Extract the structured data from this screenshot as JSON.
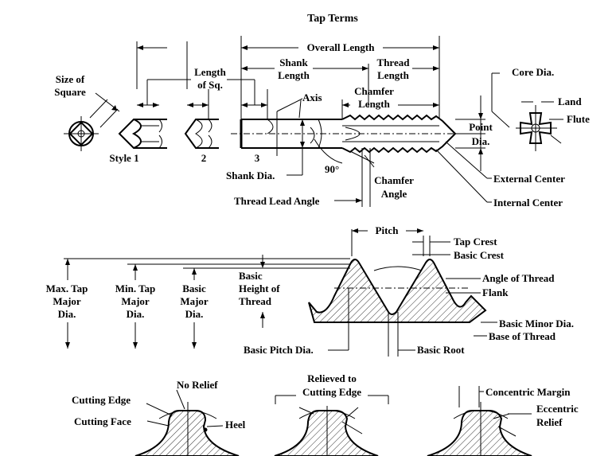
{
  "title": "Tap Terms",
  "top_figure": {
    "overall_length": "Overall Length",
    "shank_length": [
      "Shank",
      "Length"
    ],
    "thread_length": [
      "Thread",
      "Length"
    ],
    "length_of_sq": [
      "Length",
      "of Sq."
    ],
    "size_of_square": [
      "Size of",
      "Square"
    ],
    "axis": "Axis",
    "chamfer_length": [
      "Chamfer",
      "Length"
    ],
    "style_labels": [
      "Style 1",
      "2",
      "3"
    ],
    "shank_dia": "Shank Dia.",
    "angle_90": "90°",
    "chamfer_angle": [
      "Chamfer",
      "Angle"
    ],
    "thread_lead_angle": "Thread Lead Angle",
    "point_dia": [
      "Point",
      "Dia."
    ],
    "core_dia": "Core Dia.",
    "land": "Land",
    "flute": "Flute",
    "external_center": "External Center",
    "internal_center": "Internal Center"
  },
  "middle_figure": {
    "pitch": "Pitch",
    "tap_crest": "Tap Crest",
    "basic_crest": "Basic Crest",
    "max_tap_major_dia": [
      "Max. Tap",
      "Major",
      "Dia."
    ],
    "min_tap_major_dia": [
      "Min. Tap",
      "Major",
      "Dia."
    ],
    "basic_major_dia": [
      "Basic",
      "Major",
      "Dia."
    ],
    "basic_height_of_thread": [
      "Basic",
      "Height of",
      "Thread"
    ],
    "angle_of_thread": "Angle of Thread",
    "flank": "Flank",
    "basic_minor_dia": "Basic Minor Dia.",
    "base_of_thread": "Base of Thread",
    "basic_pitch_dia": "Basic Pitch Dia.",
    "basic_root": "Basic Root"
  },
  "bottom_figure": {
    "cutting_edge": "Cutting Edge",
    "no_relief": "No Relief",
    "cutting_face": "Cutting Face",
    "heel": "Heel",
    "relieved_to_cutting_edge": [
      "Relieved to",
      "Cutting Edge"
    ],
    "concentric_margin": "Concentric Margin",
    "eccentric_relief": [
      "Eccentric",
      "Relief"
    ]
  }
}
